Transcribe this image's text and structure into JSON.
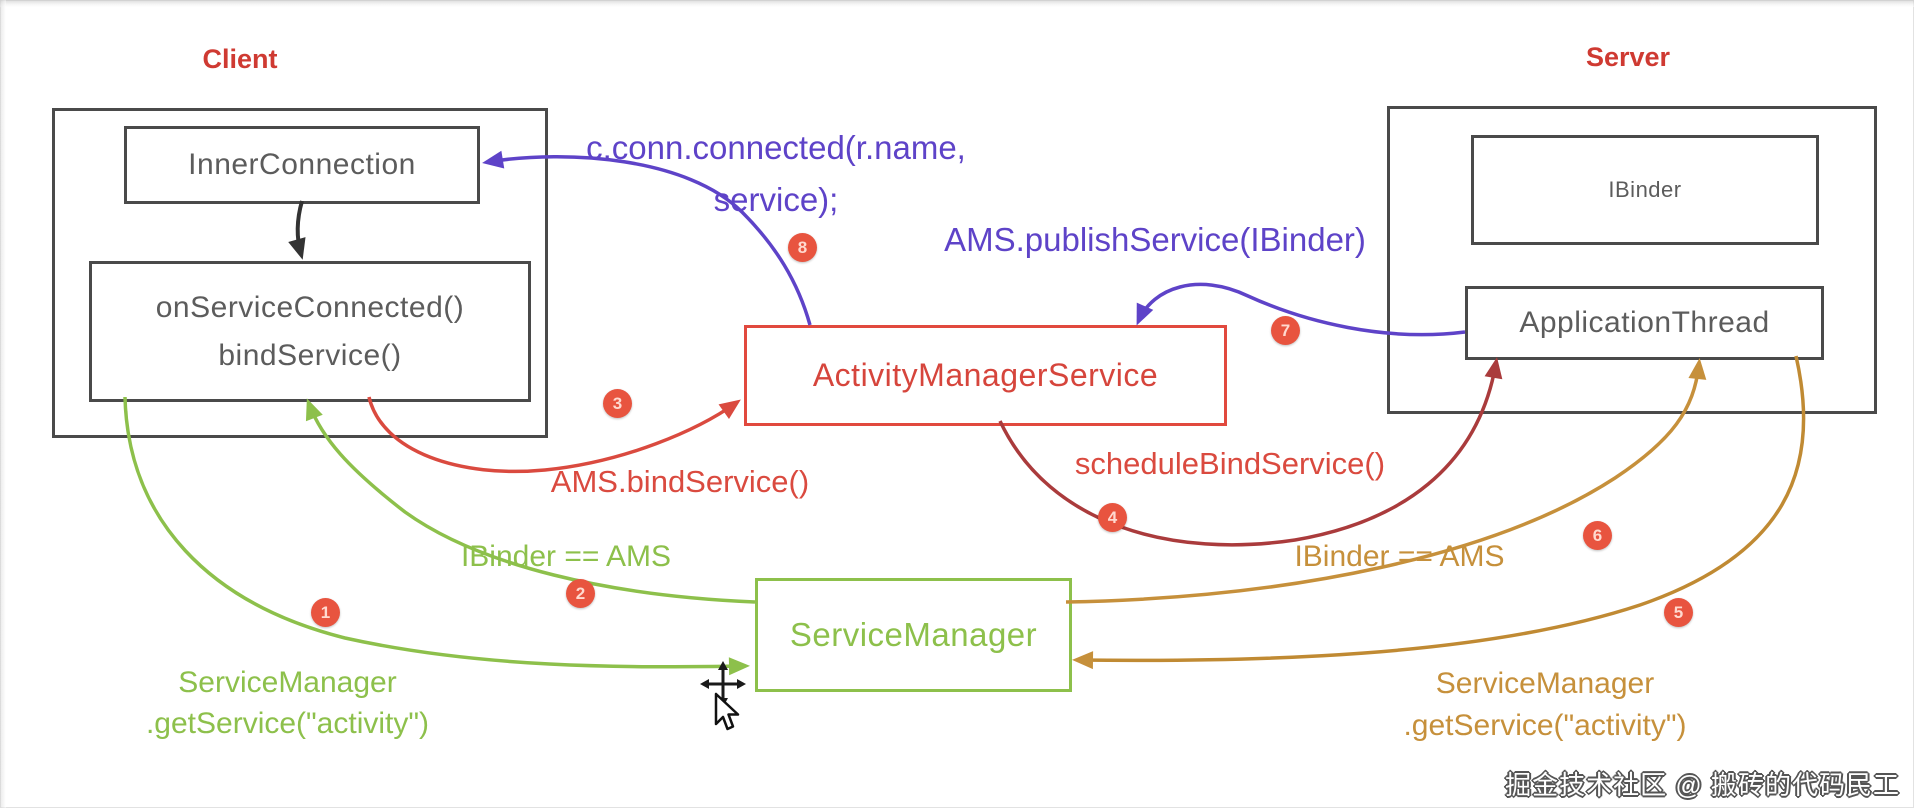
{
  "titles": {
    "client": "Client",
    "server": "Server"
  },
  "client_box": {
    "inner_connection": "InnerConnection",
    "on_service_connected": "onServiceConnected()",
    "bind_service": "bindService()"
  },
  "server_box": {
    "ibinder": "IBinder",
    "application_thread": "ApplicationThread"
  },
  "center_boxes": {
    "activity_manager_service": "ActivityManagerService",
    "service_manager": "ServiceManager"
  },
  "labels": {
    "conn_connected_1": "c.conn.connected(r.name,",
    "conn_connected_2": "service);",
    "publish_service": "AMS.publishService(IBinder)",
    "ams_bind_service": "AMS.bindService()",
    "schedule_bind_service": "scheduleBindService()",
    "ibinder_eq_ams_left": "IBinder == AMS",
    "ibinder_eq_ams_right": "IBinder == AMS",
    "get_service_left_1": "ServiceManager",
    "get_service_left_2": ".getService(\"activity\")",
    "get_service_right_1": "ServiceManager",
    "get_service_right_2": ".getService(\"activity\")"
  },
  "badges": [
    "1",
    "2",
    "3",
    "4",
    "5",
    "6",
    "7",
    "8"
  ],
  "watermark": "掘金技术社区 @ 搬砖的代码民工",
  "colors": {
    "title_red": "#cf3a32",
    "ams_red": "#d6453c",
    "green": "#8dc04b",
    "orange": "#c6903b",
    "dark_red": "#aa3b3c",
    "purple": "#5e43c8",
    "badge_red": "#e8543f",
    "box_border_gray": "#4a4a4a",
    "box_text_gray": "#5c5c5c"
  }
}
